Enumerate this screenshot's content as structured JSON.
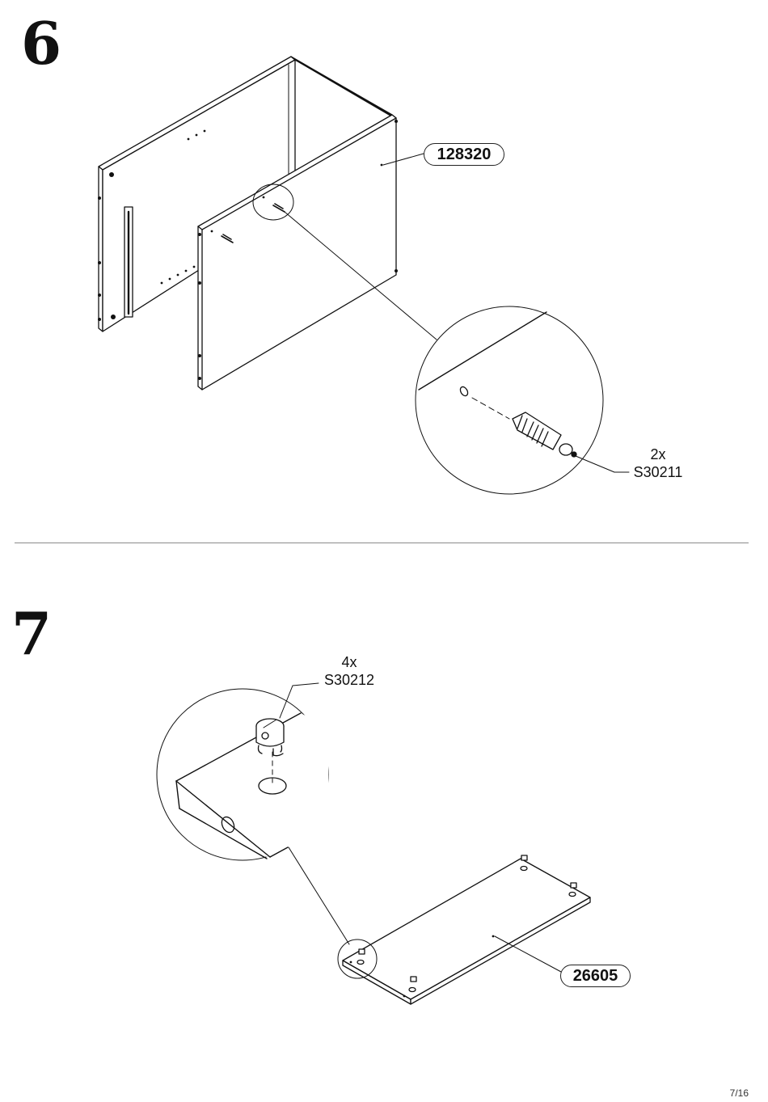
{
  "steps": [
    {
      "number": "6",
      "part_label": "128320",
      "hardware": {
        "quantity": "2x",
        "code": "S30211"
      }
    },
    {
      "number": "7",
      "part_label": "26605",
      "hardware": {
        "quantity": "4x",
        "code": "S30212"
      }
    }
  ],
  "footer": {
    "page": "7/16"
  }
}
